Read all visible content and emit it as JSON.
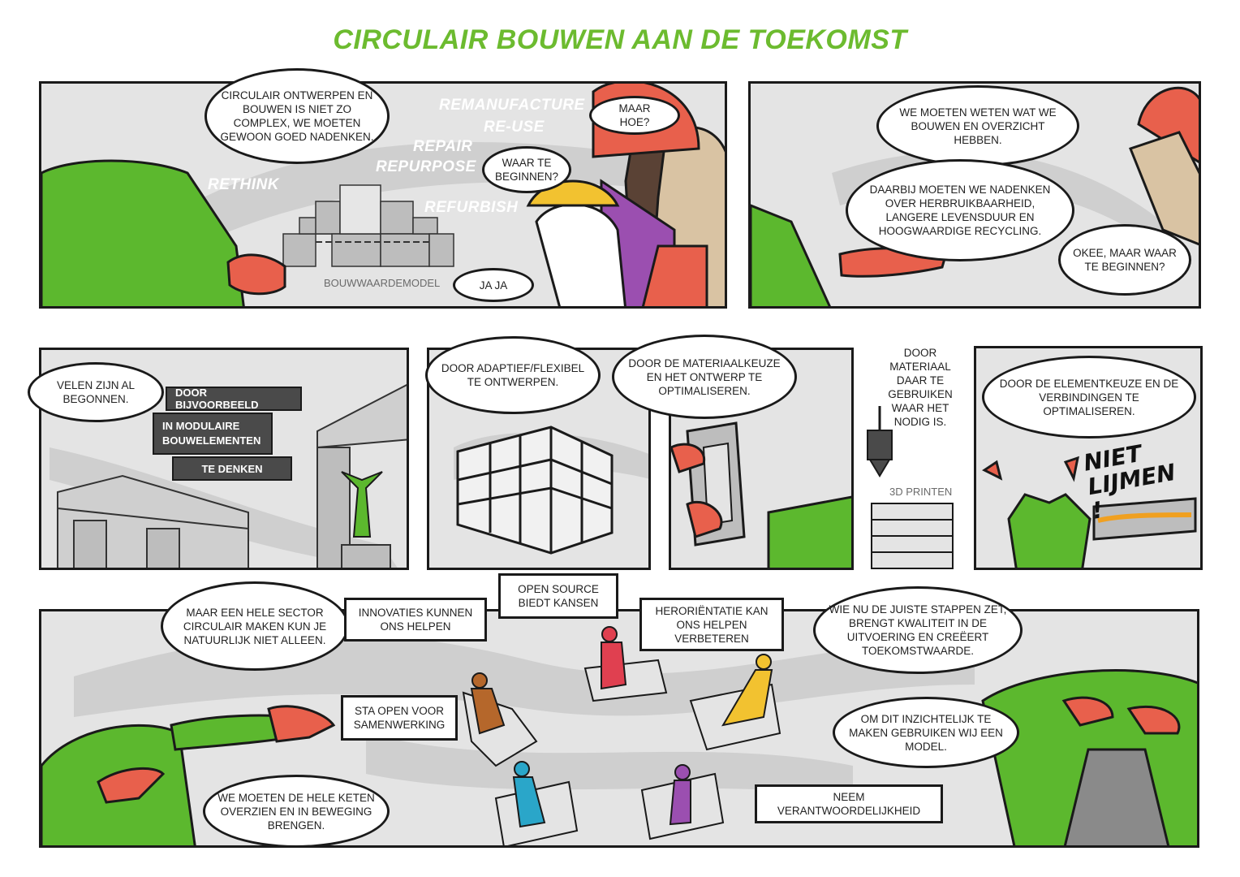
{
  "title": "CIRCULAIR BOUWEN AAN DE TOEKOMST",
  "colors": {
    "title_green": "#6cbb2f",
    "shirt_green": "#5cb82e",
    "glove_red": "#e8604c",
    "panel_gray": "#e4e4e4",
    "dark_gray": "#4a4a4a",
    "purple": "#9b4fb0",
    "yellow": "#f2c230",
    "blue": "#2aa6c9",
    "brown": "#b5672b"
  },
  "panel1": {
    "speech_main": "CIRCULAIR ONTWERPEN EN BOUWEN IS NIET ZO COMPLEX, WE MOETEN GEWOON GOED NADENKEN.",
    "r_words": [
      "REMANUFACTURE",
      "RE-USE",
      "REPAIR",
      "REPURPOSE",
      "RETHINK",
      "REFURBISH"
    ],
    "model_label": "BOUWWAARDEMODEL",
    "speech_hoe": "MAAR HOE?",
    "speech_waar": "WAAR TE BEGINNEN?",
    "speech_jaja": "JA JA"
  },
  "panel2": {
    "speech_weten": "WE MOETEN WETEN WAT WE BOUWEN EN OVERZICHT HEBBEN.",
    "speech_daarbij": "DAARBIJ MOETEN WE NADENKEN OVER HERBRUIKBAARHEID, LANGERE LEVENSDUUR EN HOOGWAARDIGE RECYCLING.",
    "speech_okee": "OKEE, MAAR WAAR TE BEGINNEN?"
  },
  "panel3": {
    "speech_velen": "VELEN ZIJN AL BEGONNEN.",
    "box_bijvoorbeeld": "DOOR BIJVOORBEELD",
    "box_modulair": "IN MODULAIRE BOUWELEMENTEN",
    "box_denken": "TE DENKEN"
  },
  "panel4": {
    "speech_adaptief": "DOOR ADAPTIEF/FLEXIBEL TE ONTWERPEN."
  },
  "panel5": {
    "speech_materiaal": "DOOR DE MATERIAALKEUZE EN HET ONTWERP TE OPTIMALISEREN."
  },
  "panel6": {
    "text_materiaal": "DOOR MATERIAAL DAAR TE GEBRUIKEN WAAR HET NODIG IS.",
    "label_3d": "3D PRINTEN"
  },
  "panel7": {
    "speech_element": "DOOR DE ELEMENTKEUZE EN DE VERBINDINGEN TE OPTIMALISEREN.",
    "shout": "NIET LIJMEN !"
  },
  "panel8": {
    "speech_sector": "MAAR EEN HELE SECTOR CIRCULAIR MAKEN KUN JE NATUURLIJK NIET ALLEEN.",
    "speech_keten": "WE MOETEN DE HELE KETEN OVERZIEN EN IN BEWEGING BRENGEN.",
    "box_innovaties": "INNOVATIES KUNNEN ONS HELPEN",
    "box_open": "OPEN SOURCE BIEDT KANSEN",
    "box_herorientatie": "HERORIËNTATIE KAN ONS HELPEN VERBETEREN",
    "box_sta": "STA OPEN VOOR SAMENWERKING",
    "box_neem": "NEEM VERANTWOORDELIJKHEID",
    "speech_stappen": "WIE NU DE JUISTE STAPPEN ZET, BRENGT KWALITEIT IN DE UITVOERING EN CREËERT TOEKOMSTWAARDE.",
    "speech_model": "OM DIT INZICHTELIJK TE MAKEN GEBRUIKEN WIJ EEN MODEL."
  }
}
